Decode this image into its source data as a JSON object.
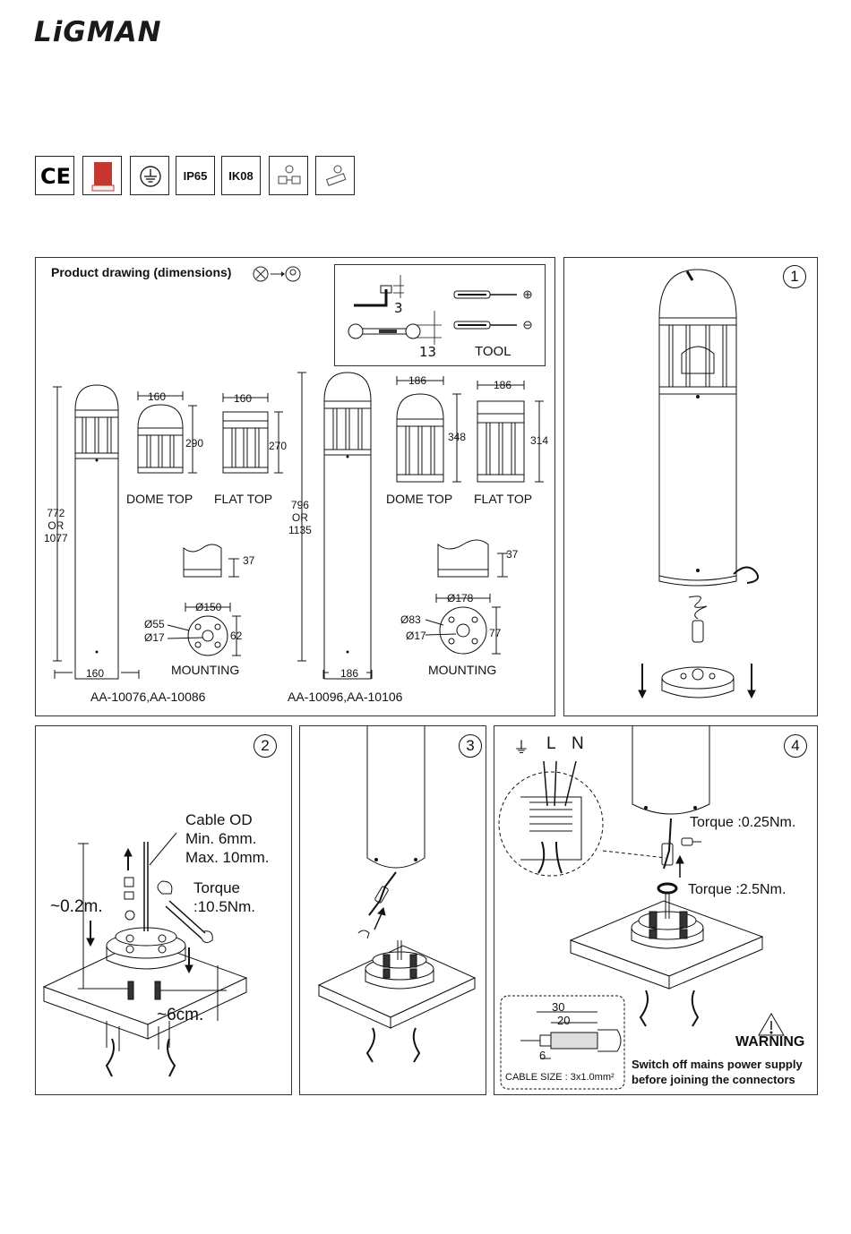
{
  "brand": "LiGMAN",
  "certifications": [
    {
      "icon": "ce-mark-icon",
      "label": "CE"
    },
    {
      "icon": "quality-seal-icon",
      "label": ""
    },
    {
      "icon": "earth-ground-icon",
      "label": ""
    },
    {
      "icon": "ip-rating-badge",
      "label": "IP65"
    },
    {
      "icon": "ik-rating-badge",
      "label": "IK08"
    },
    {
      "icon": "lamp-replaceable-icon",
      "label": ""
    },
    {
      "icon": "driver-replaceable-icon",
      "label": ""
    }
  ],
  "product_drawing": {
    "title": "Product drawing (dimensions)",
    "tool": {
      "label": "TOOL",
      "hex_key_size": "3",
      "wrench_size": "13"
    },
    "small": {
      "overall_height": "772\nOR\n1077",
      "base_width": "160",
      "dome": {
        "label": "DOME TOP",
        "width": "160",
        "height": "290"
      },
      "flat": {
        "label": "FLAT TOP",
        "width": "160",
        "height": "270"
      },
      "base_offset": "37",
      "mount_pitch": "Ø150",
      "mount_outer": "Ø55",
      "mount_inner": "Ø17",
      "mount_height": "62",
      "mount_label": "MOUNTING",
      "models": "AA-10076,AA-10086"
    },
    "large": {
      "overall_height": "796\nOR\n1135",
      "base_width": "186",
      "dome": {
        "label": "DOME TOP",
        "width": "186",
        "height": "348"
      },
      "flat": {
        "label": "FLAT TOP",
        "width": "186",
        "height": "314"
      },
      "base_offset": "37",
      "mount_pitch": "Ø178",
      "mount_outer": "Ø83",
      "mount_inner": "Ø17",
      "mount_height": "77",
      "mount_label": "MOUNTING",
      "models": "AA-10096,AA-10106"
    }
  },
  "steps": [
    {
      "number": "1"
    },
    {
      "number": "2",
      "cable_od": "Cable OD\nMin. 6mm.\nMax. 10mm.",
      "torque": "Torque\n:10.5Nm.",
      "depth": "~0.2m.",
      "protrusion": "~6cm."
    },
    {
      "number": "3"
    },
    {
      "number": "4",
      "terminals": [
        "⏚",
        "L",
        "N"
      ],
      "torque_top": "Torque :0.25Nm.",
      "torque_gland": "Torque :2.5Nm.",
      "cable": {
        "outer": "30",
        "inner": "20",
        "strip": "6",
        "size_label": "CABLE SIZE : 3x1.0mm²"
      },
      "warning_title": "WARNING",
      "warning_text": "Switch off mains power supply\nbefore joining the connectors"
    }
  ]
}
